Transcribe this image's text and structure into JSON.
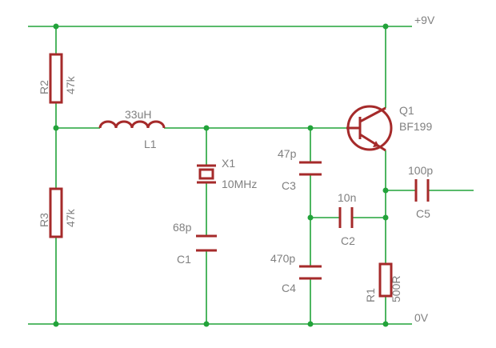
{
  "rails": {
    "positive": "+9V",
    "ground": "0V"
  },
  "components": {
    "R2": {
      "name": "R2",
      "value": "47k"
    },
    "R3": {
      "name": "R3",
      "value": "47k"
    },
    "L1": {
      "name": "L1",
      "value": "33uH"
    },
    "X1": {
      "name": "X1",
      "value": "10MHz"
    },
    "C1": {
      "name": "C1",
      "value": "68p"
    },
    "C3": {
      "name": "C3",
      "value": "47p"
    },
    "C4": {
      "name": "C4",
      "value": "470p"
    },
    "C2": {
      "name": "C2",
      "value": "10n"
    },
    "C5": {
      "name": "C5",
      "value": "100p"
    },
    "Q1": {
      "name": "Q1",
      "value": "BF199"
    },
    "R1": {
      "name": "R1",
      "value": "500R"
    }
  },
  "colors": {
    "wire": "#22a33a",
    "component": "#a52a2a",
    "label": "#808080",
    "background": "#ffffff"
  }
}
